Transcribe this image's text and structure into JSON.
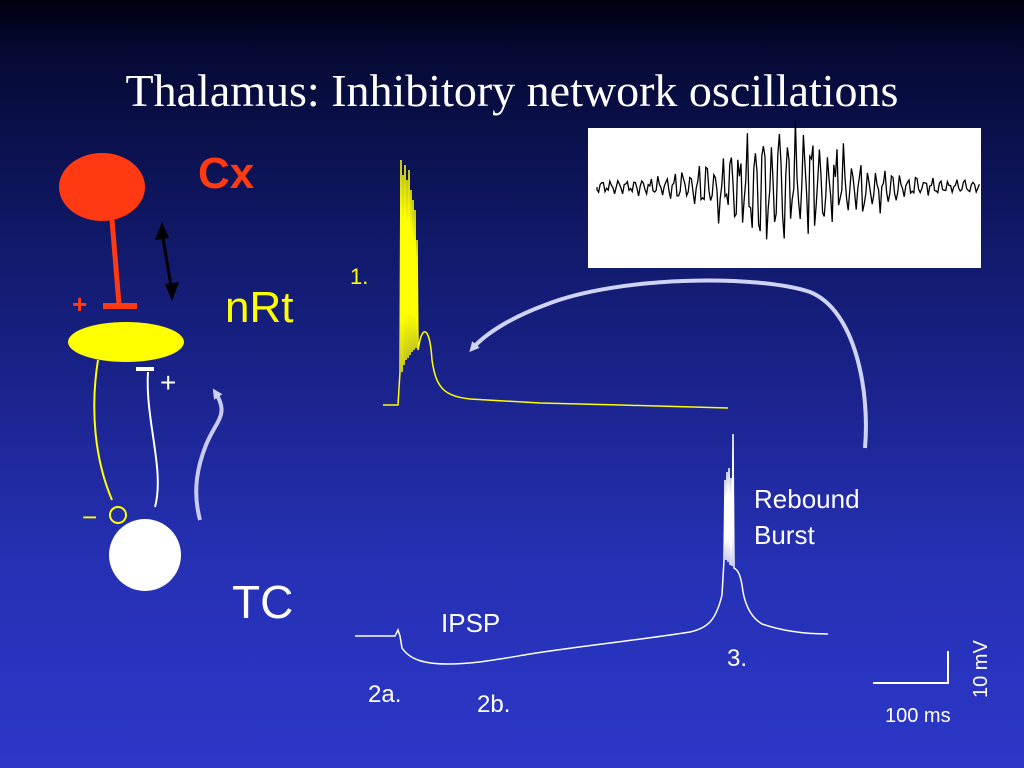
{
  "title": "Thalamus: Inhibitory network oscillations",
  "labels": {
    "cx": "Cx",
    "nrt": "nRt",
    "tc": "TC",
    "plus_cx_nrt": "+",
    "plus_nrt_tc": "+",
    "minus_tc": "−",
    "trace_1": "1.",
    "ipsp": "IPSP",
    "rebound": "Rebound",
    "burst": "Burst",
    "trace_2a": "2a.",
    "trace_2b": "2b.",
    "trace_3": "3.",
    "scale_time": "100 ms",
    "scale_voltage": "10 mV"
  },
  "colors": {
    "cx": "#ff3a12",
    "nrt": "#ffff00",
    "tc": "#ffffff",
    "arrow": "#c8ccf2"
  }
}
